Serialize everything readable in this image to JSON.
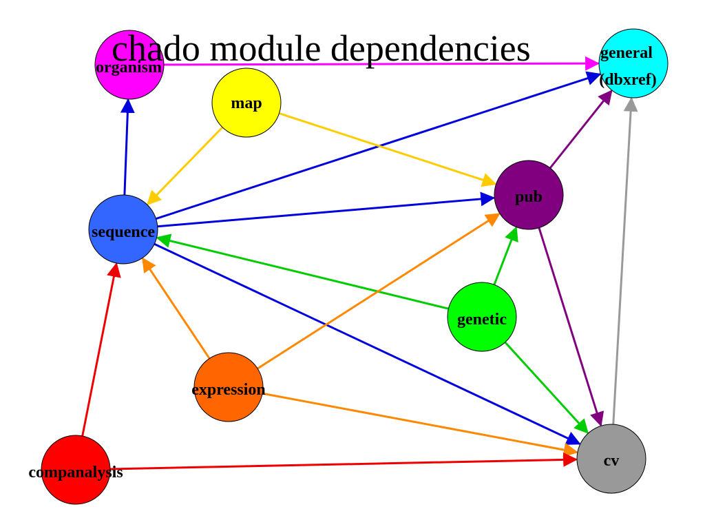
{
  "title": "chado module dependencies",
  "nodes": [
    {
      "id": "organism",
      "label": "organism",
      "color": "#ff00ff"
    },
    {
      "id": "map",
      "label": "map",
      "color": "#ffff00"
    },
    {
      "id": "general",
      "label": "general",
      "label2": "(dbxref)",
      "color": "#00ffff"
    },
    {
      "id": "pub",
      "label": "pub",
      "color": "#800080"
    },
    {
      "id": "sequence",
      "label": "sequence",
      "color": "#3366ff"
    },
    {
      "id": "genetic",
      "label": "genetic",
      "color": "#00ff00"
    },
    {
      "id": "expression",
      "label": "expression",
      "color": "#ff6600"
    },
    {
      "id": "companalysis",
      "label": "companalysis",
      "color": "#ff0000"
    },
    {
      "id": "cv",
      "label": "cv",
      "color": "#999999"
    }
  ],
  "edges": [
    {
      "from": "organism",
      "to": "general",
      "color": "#ff00ff"
    },
    {
      "from": "sequence",
      "to": "organism",
      "color": "#0000dd"
    },
    {
      "from": "sequence",
      "to": "general",
      "color": "#0000dd"
    },
    {
      "from": "sequence",
      "to": "pub",
      "color": "#0000dd"
    },
    {
      "from": "sequence",
      "to": "cv",
      "color": "#0000dd"
    },
    {
      "from": "map",
      "to": "sequence",
      "color": "#ffcc00"
    },
    {
      "from": "map",
      "to": "pub",
      "color": "#ffcc00"
    },
    {
      "from": "pub",
      "to": "general",
      "color": "#800080"
    },
    {
      "from": "pub",
      "to": "cv",
      "color": "#800080"
    },
    {
      "from": "cv",
      "to": "general",
      "color": "#999999"
    },
    {
      "from": "genetic",
      "to": "sequence",
      "color": "#00cc00"
    },
    {
      "from": "genetic",
      "to": "pub",
      "color": "#00cc00"
    },
    {
      "from": "genetic",
      "to": "cv",
      "color": "#00cc00"
    },
    {
      "from": "expression",
      "to": "sequence",
      "color": "#ff8800"
    },
    {
      "from": "expression",
      "to": "pub",
      "color": "#ff8800"
    },
    {
      "from": "expression",
      "to": "cv",
      "color": "#ff8800"
    },
    {
      "from": "companalysis",
      "to": "sequence",
      "color": "#ee0000"
    },
    {
      "from": "companalysis",
      "to": "cv",
      "color": "#ee0000"
    }
  ]
}
